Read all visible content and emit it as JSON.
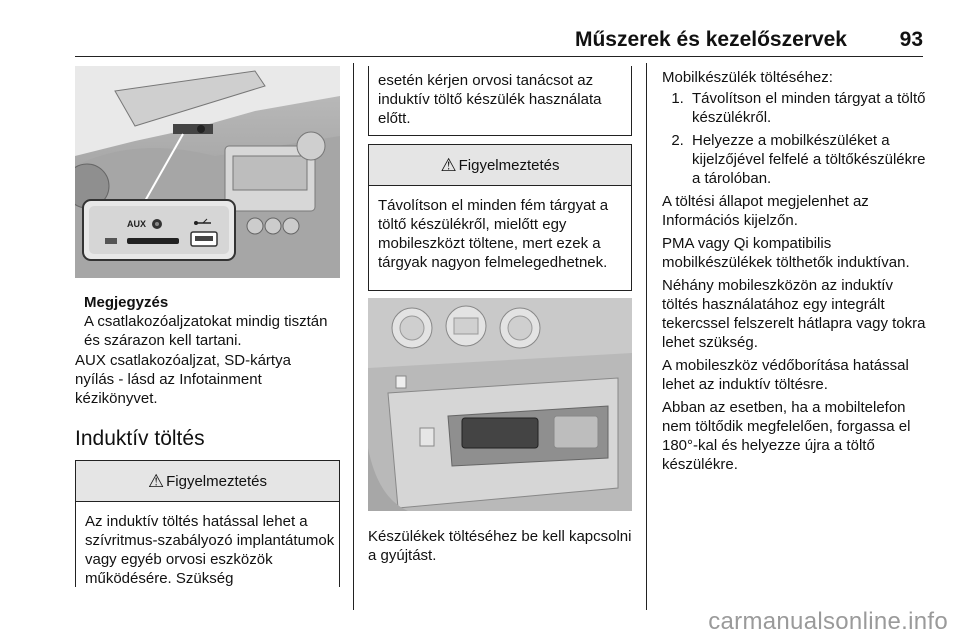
{
  "header": {
    "title": "Műszerek és kezelőszervek",
    "page_number": "93"
  },
  "column1": {
    "image1": {
      "aux_label": "AUX",
      "usb_icon": "usb-icon",
      "sd_icon": "sd-card-icon"
    },
    "note_heading": "Megjegyzés",
    "note_text": "A csatlakozóaljzatokat mindig tisztán és szárazon kell tartani.",
    "para1": "AUX csatlakozóaljzat, SD-kártya nyílás - lásd az Infotainment kézikönyvet.",
    "section_heading": "Induktív töltés",
    "warning1": {
      "icon": "warning-triangle-icon",
      "title": "Figyelmeztetés",
      "text": "Az induktív töltés hatással lehet a szívritmus-szabályozó implantátumok vagy egyéb orvosi eszközök működésére. Szükség"
    }
  },
  "column2": {
    "warning_continued": "esetén kérjen orvosi tanácsot az induktív töltő készülék használata előtt.",
    "warning2": {
      "icon": "warning-triangle-icon",
      "title": "Figyelmeztetés",
      "text": "Távolítson el minden fém tárgyat a töltő készülékről, mielőtt egy mobileszközt töltene, mert ezek a tárgyak nagyon felmelegedhetnek."
    },
    "caption": "Készülékek töltéséhez be kell kapcsolni a gyújtást."
  },
  "column3": {
    "intro": "Mobilkészülék töltéséhez:",
    "steps": [
      "Távolítson el minden tárgyat a töltő készülékről.",
      "Helyezze a mobilkészüléket a kijelzőjével felfelé a töltőkészülékre a tárolóban."
    ],
    "paragraphs": [
      "A töltési állapot megjelenhet az Információs kijelzőn.",
      "PMA vagy Qi kompatibilis mobilkészülékek tölthetők induktívan.",
      "Néhány mobileszközön az induktív töltés használatához egy integrált tekercssel felszerelt hátlapra vagy tokra lehet szükség.",
      "A mobileszköz védőborítása hatással lehet az induktív töltésre.",
      "Abban az esetben, ha a mobiltelefon nem töltődik megfelelően, forgassa el 180°-kal és helyezze újra a töltő készülékre."
    ]
  },
  "watermark": "carmanualsonline.info"
}
